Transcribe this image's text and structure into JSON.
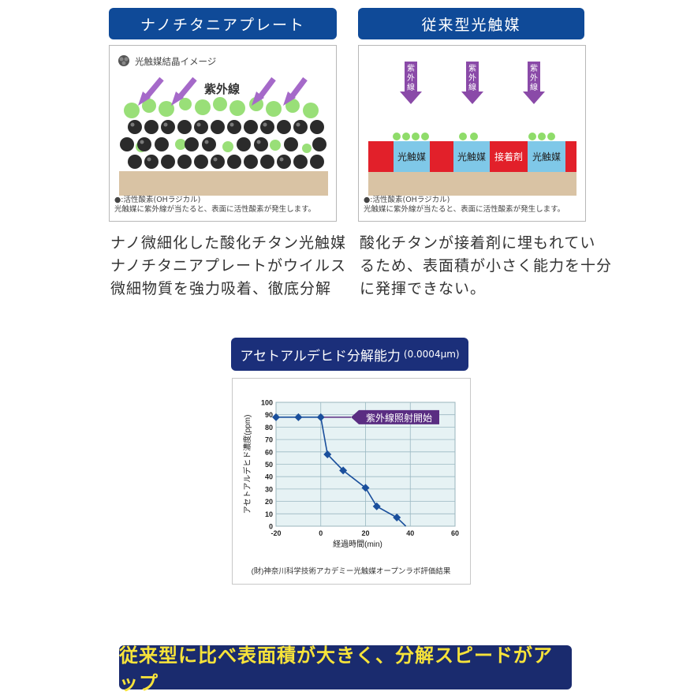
{
  "left": {
    "header": "ナノチタニアプレート",
    "crystal_label": "光触媒結晶イメージ",
    "uv_label": "紫外線",
    "legend_line1": "●:活性酸素(OHラジカル)",
    "legend_line2": "光触媒に紫外線が当たると、表面に活性酸素が発生します。",
    "desc": [
      "ナノ微細化した酸化チタン光触媒",
      "ナノチタニアプレートがウイルス",
      "微細物質を強力吸着、徹底分解"
    ]
  },
  "right": {
    "header": "従来型光触媒",
    "uv_label": "紫外線",
    "block_photocatalyst": "光触媒",
    "block_adhesive": "接着剤",
    "legend_line1": "●:活性酸素(OHラジカル)",
    "legend_line2": "光触媒に紫外線が当たると、表面に活性酸素が発生します。",
    "desc": [
      "酸化チタンが接着剤に埋もれてい",
      "るため、表面積が小さく能力を十分",
      "に発揮できない。"
    ]
  },
  "chart_header": {
    "title": "アセトアルデヒド分解能力",
    "subtitle": "(0.0004μm)"
  },
  "chart_data": {
    "type": "line",
    "x": [
      -20,
      -10,
      0,
      3,
      10,
      20,
      25,
      34,
      38
    ],
    "values": [
      88,
      88,
      88,
      58,
      45,
      31,
      16,
      7,
      0
    ],
    "markers": [
      true,
      true,
      true,
      true,
      true,
      true,
      true,
      true,
      false
    ],
    "xlabel": "経過時間(min)",
    "ylabel": "アセトアルデヒド濃度(ppm)",
    "xlim": [
      -20,
      60
    ],
    "ylim": [
      0,
      100
    ],
    "xticks": [
      -20,
      0,
      20,
      40,
      60
    ],
    "yticks": [
      0,
      10,
      20,
      30,
      40,
      50,
      60,
      70,
      80,
      90,
      100
    ],
    "grid": true,
    "annotation": {
      "text": "紫外線照射開始",
      "x": 0,
      "y": 88
    },
    "source": "(財)神奈川科学技術アカデミー光触媒オープンラボ評価結果",
    "colors": {
      "line": "#1a4f9c",
      "annotation": "#5a2d82",
      "bg": "#e6f2f4"
    }
  },
  "banner": "従来型に比べ表面積が大きく、分解スピードがアップ"
}
